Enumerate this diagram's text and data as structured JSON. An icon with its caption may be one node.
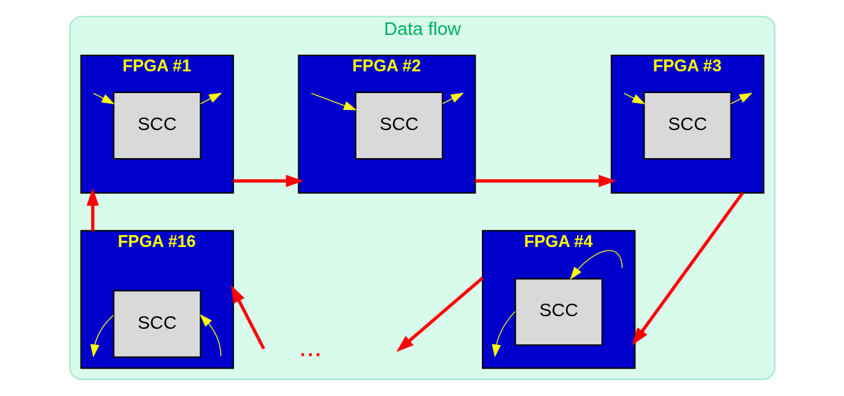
{
  "diagram": {
    "nodes": [
      {
        "text": [
          "Data flow"
        ]
      },
      {
        "text": [
          "FPGA #1"
        ],
        "in": 0
      },
      {
        "text": [
          "SCC"
        ],
        "in": 1
      },
      {
        "text": [
          "FPGA #2"
        ],
        "in": 0
      },
      {
        "text": [
          "SCC"
        ],
        "in": 3
      },
      {
        "text": [
          "FPGA #3"
        ],
        "in": 0
      },
      {
        "text": [
          "SCC"
        ],
        "in": 5
      },
      {
        "text": [
          "FPGA #16"
        ],
        "in": 0
      },
      {
        "text": [
          "SCC"
        ],
        "in": 7
      },
      {
        "text": [
          "FPGA #4"
        ],
        "in": 0
      },
      {
        "text": [
          "SCC"
        ],
        "in": 9
      }
    ],
    "edges": [
      {
        "from": null,
        "to": 2,
        "arrow": "to",
        "color": "#ffff00"
      },
      {
        "from": 2,
        "to": null,
        "arrow": "to",
        "color": "#ffff00"
      },
      {
        "from": null,
        "to": 4,
        "arrow": "to",
        "color": "#ffff00"
      },
      {
        "from": 4,
        "to": null,
        "arrow": "to",
        "color": "#ffff00"
      },
      {
        "from": null,
        "to": 6,
        "arrow": "to",
        "color": "#ffff00"
      },
      {
        "from": 6,
        "to": null,
        "arrow": "to",
        "color": "#ffff00"
      },
      {
        "from": null,
        "to": 8,
        "arrow": "to",
        "color": "#ffff00"
      },
      {
        "from": 8,
        "to": null,
        "arrow": "to",
        "color": "#ffff00"
      },
      {
        "from": null,
        "to": 10,
        "arrow": "to",
        "color": "#ffff00"
      },
      {
        "from": 10,
        "to": null,
        "arrow": "to",
        "color": "#ffff00"
      },
      {
        "from": 1,
        "to": 3,
        "arrow": "to",
        "style": "thick",
        "color": "#ff0000"
      },
      {
        "from": 3,
        "to": 5,
        "arrow": "to",
        "style": "thick",
        "color": "#ff0000"
      },
      {
        "from": 5,
        "to": 9,
        "arrow": "to",
        "style": "thick",
        "color": "#ff0000"
      },
      {
        "from": 9,
        "to": null,
        "arrow": "to",
        "style": "thick",
        "color": "#ff0000"
      },
      {
        "from": null,
        "to": 7,
        "arrow": "to",
        "style": "thick",
        "color": "#ff0000"
      },
      {
        "from": 7,
        "to": 1,
        "arrow": "to",
        "style": "thick",
        "color": "#ff0000"
      }
    ],
    "labels": [
      "..."
    ]
  }
}
